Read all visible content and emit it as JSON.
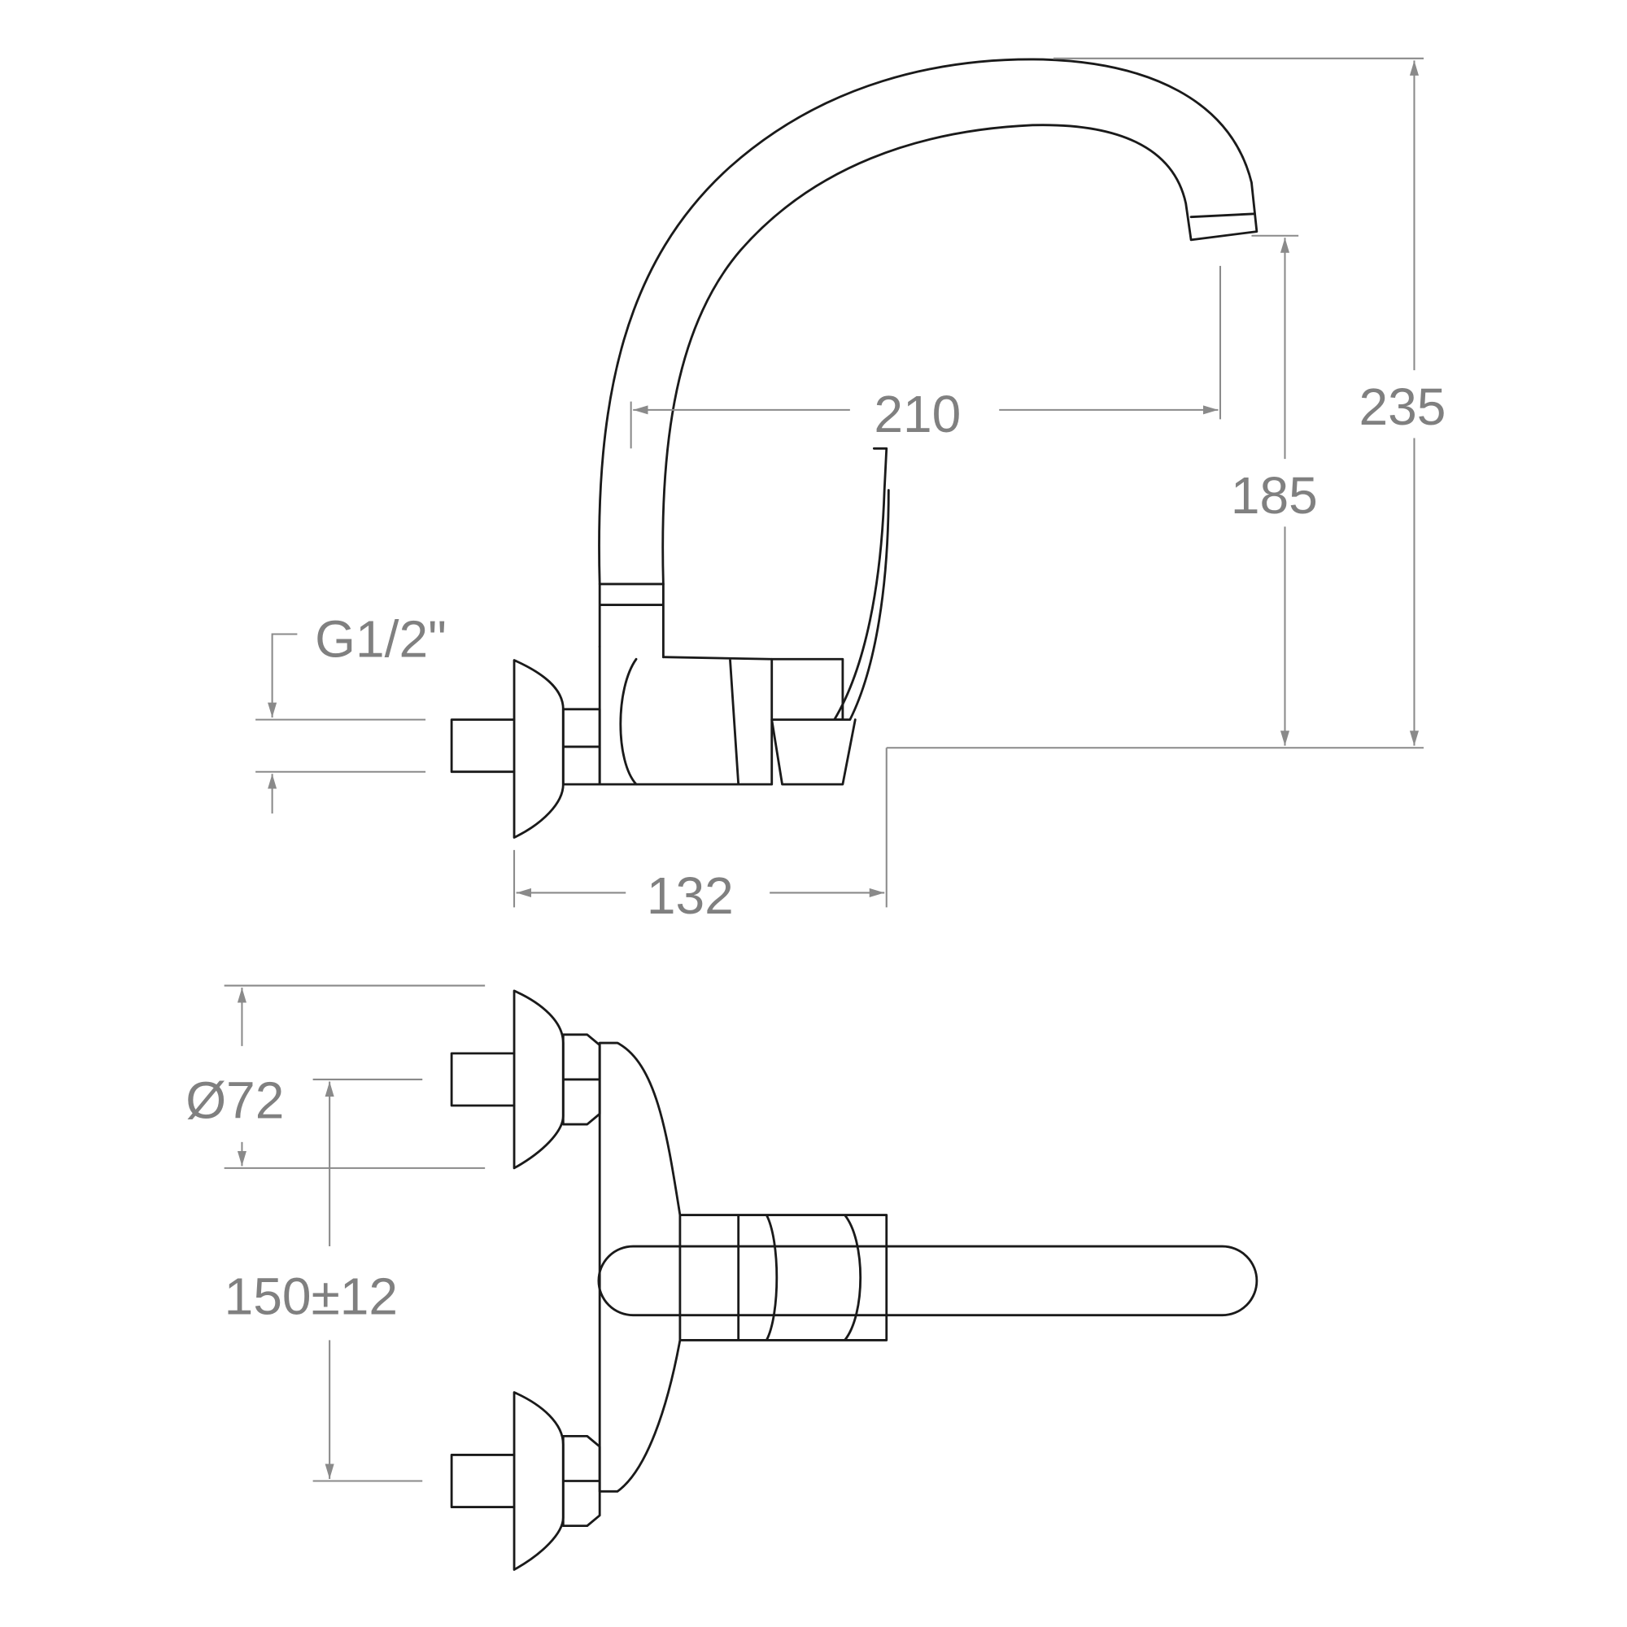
{
  "drawing": {
    "side_view": {
      "dim_spout_height_total": "235",
      "dim_spout_outlet_height": "185",
      "dim_spout_reach": "210",
      "dim_body_depth": "132",
      "dim_thread": "G1/2\""
    },
    "top_view": {
      "dim_flange_diameter": "Ø72",
      "dim_center_distance": "150±12"
    },
    "colors": {
      "outline": "#1a1a1a",
      "dimension": "#808080"
    }
  }
}
